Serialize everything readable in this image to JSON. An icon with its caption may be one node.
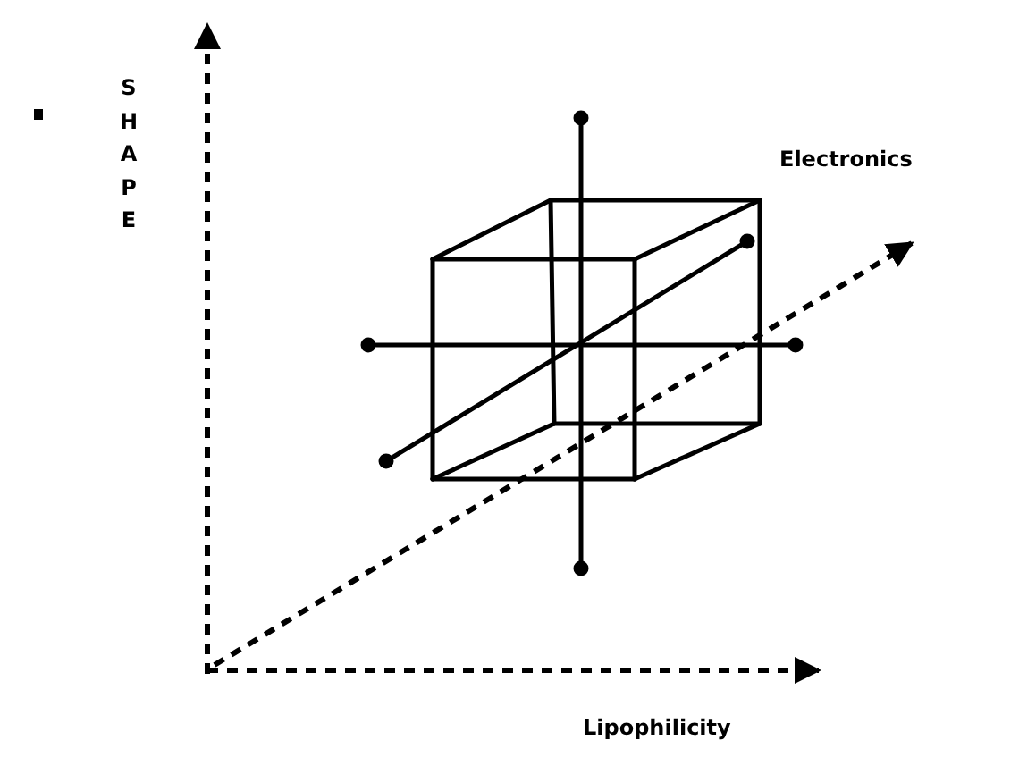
{
  "diagram": {
    "labels": [
      "SHAPE",
      "Electronics",
      "Lipophilicity"
    ]
  }
}
